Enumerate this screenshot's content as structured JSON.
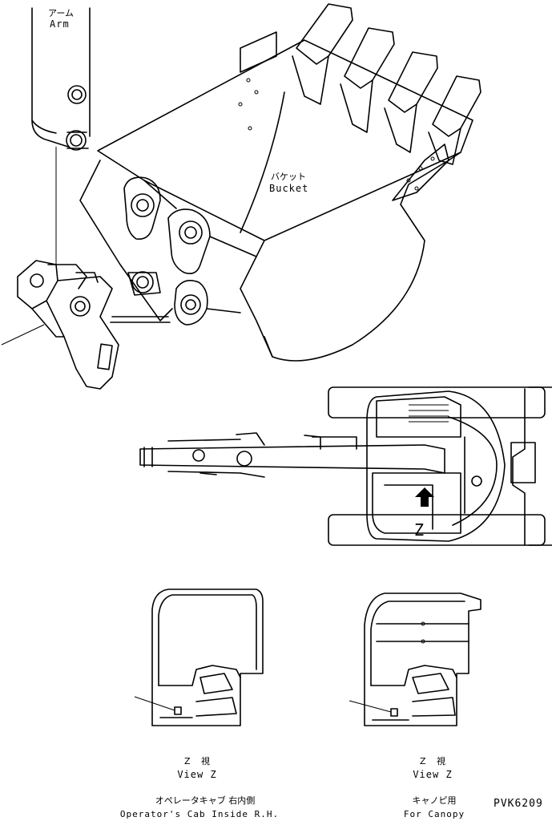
{
  "labels": {
    "arm_jp": "アーム",
    "arm_en": "Arm",
    "bucket_jp": "バケット",
    "bucket_en": "Bucket",
    "z_marker": "Z"
  },
  "views": {
    "cab": {
      "title_jp": "Z 視",
      "title_en": "View Z",
      "caption_jp": "オペレータキャブ 右内側",
      "caption_en": "Operator's Cab Inside R.H."
    },
    "canopy": {
      "title_jp": "Z 視",
      "title_en": "View Z",
      "caption_jp": "キャノピ用",
      "caption_en": "For Canopy"
    }
  },
  "drawing_code": "PVK6209"
}
